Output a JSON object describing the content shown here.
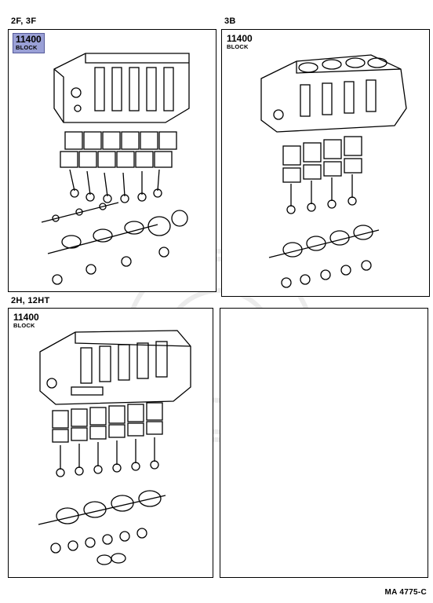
{
  "panels": [
    {
      "engine": "2F, 3F",
      "part_number": "11400",
      "part_name": "BLOCK",
      "highlighted": true
    },
    {
      "engine": "3B",
      "part_number": "11400",
      "part_name": "BLOCK",
      "highlighted": false
    },
    {
      "engine": "2H, 12HT",
      "part_number": "11400",
      "part_name": "BLOCK",
      "highlighted": false
    },
    {
      "engine": "",
      "part_number": "",
      "part_name": "",
      "highlighted": false
    }
  ],
  "footer": {
    "ref": "MA 4775-C"
  },
  "colors": {
    "highlight": "#9aa0d6",
    "ink": "#000000",
    "watermark": "#e8e8e8"
  }
}
